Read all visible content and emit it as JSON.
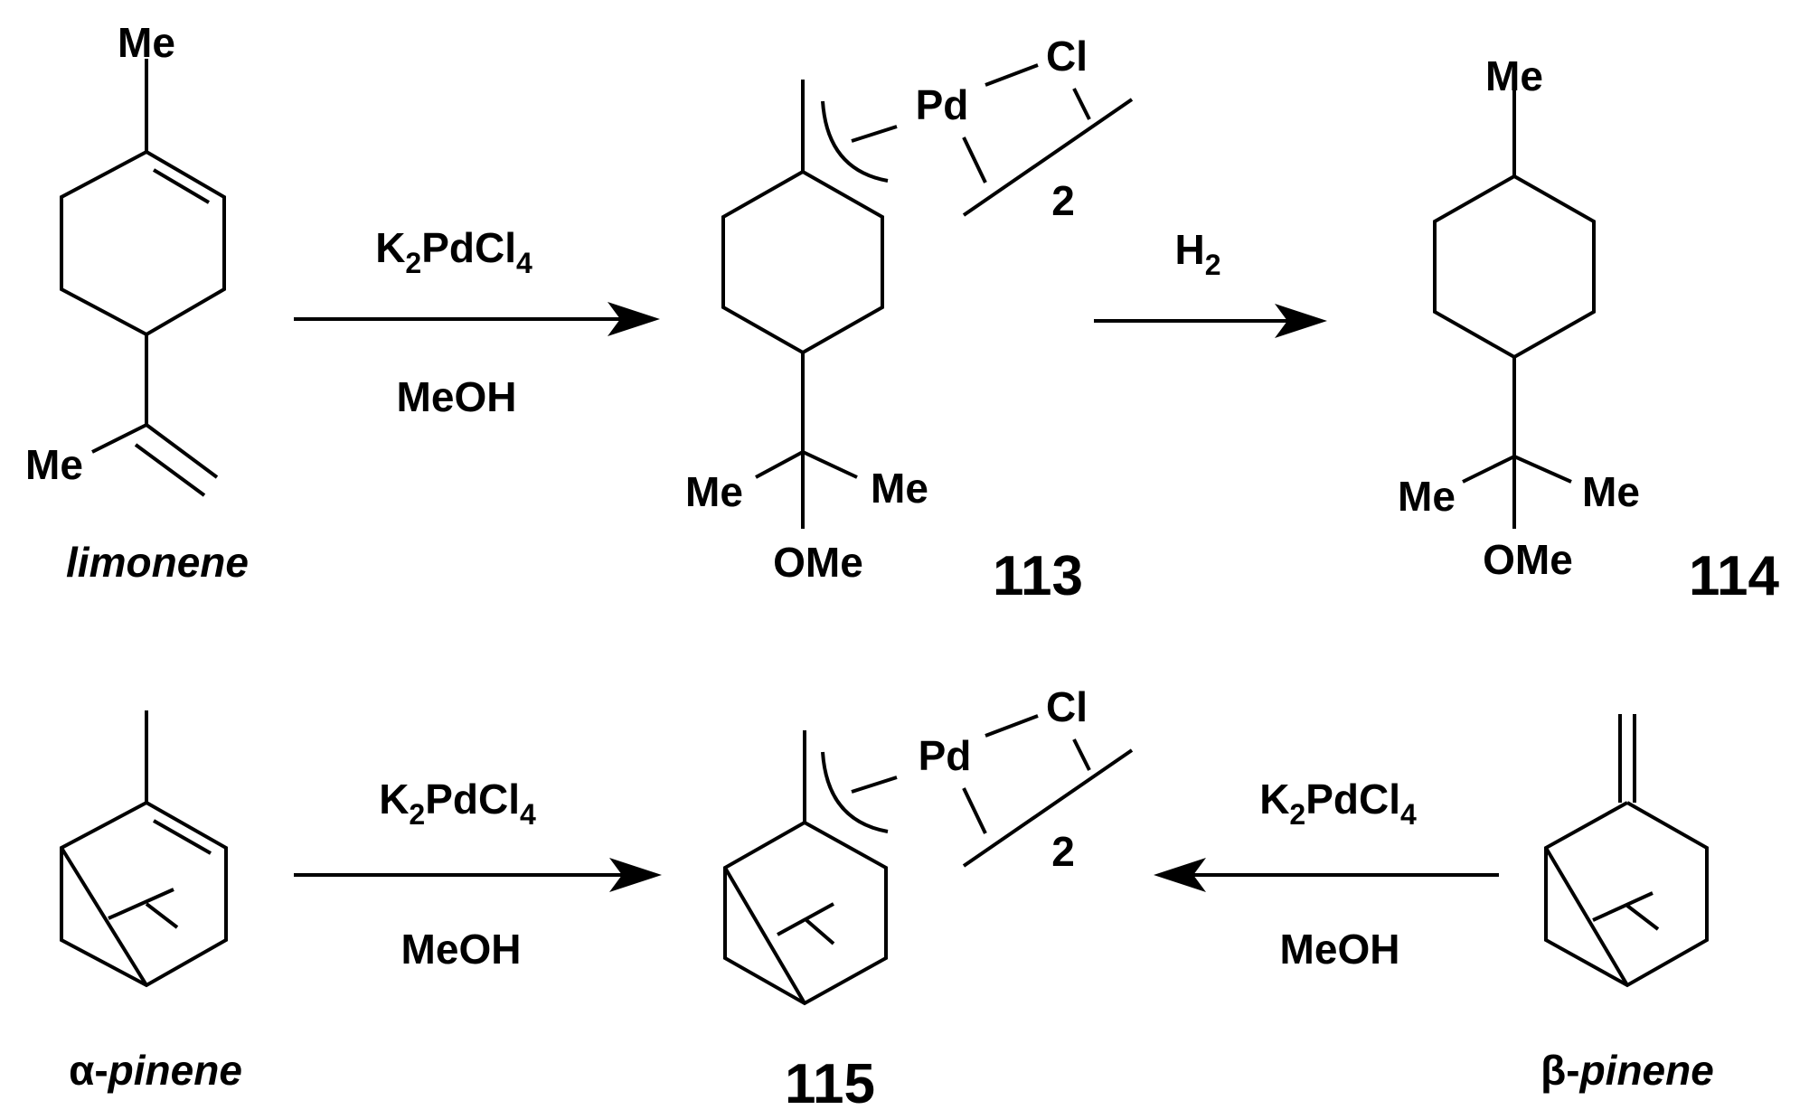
{
  "scheme": {
    "reaction1": {
      "reagent_above": "K2PdCl4",
      "reagent_above_parts": {
        "k": "K",
        "k_sub": "2",
        "mid": "PdCl",
        "cl_sub": "4"
      },
      "reagent_below": "MeOH"
    },
    "reaction2": {
      "reagent_above": "H2",
      "reagent_above_parts": {
        "h": "H",
        "h_sub": "2"
      },
      "reagent_below": ""
    },
    "reaction3": {
      "reagent_above_parts": {
        "k": "K",
        "k_sub": "2",
        "mid": "PdCl",
        "cl_sub": "4"
      },
      "reagent_below": "MeOH"
    },
    "reaction4": {
      "reagent_above_parts": {
        "k": "K",
        "k_sub": "2",
        "mid": "PdCl",
        "cl_sub": "4"
      },
      "reagent_below": "MeOH"
    },
    "compounds": {
      "limonene": {
        "name": "limonene",
        "labels": {
          "top_me": "Me",
          "left_me": "Me"
        }
      },
      "c113": {
        "number": "113",
        "labels": {
          "pd": "Pd",
          "cl": "Cl",
          "dimer": "2",
          "me_left": "Me",
          "me_right": "Me",
          "ome": "OMe"
        }
      },
      "c114": {
        "number": "114",
        "labels": {
          "top_me": "Me",
          "me_left": "Me",
          "me_right": "Me",
          "ome": "OMe"
        }
      },
      "alpha_pinene": {
        "name_prefix": "α-",
        "name": "pinene"
      },
      "c115": {
        "number": "115",
        "labels": {
          "pd": "Pd",
          "cl": "Cl",
          "dimer": "2"
        }
      },
      "beta_pinene": {
        "name_prefix": "β-",
        "name": "pinene"
      }
    }
  }
}
